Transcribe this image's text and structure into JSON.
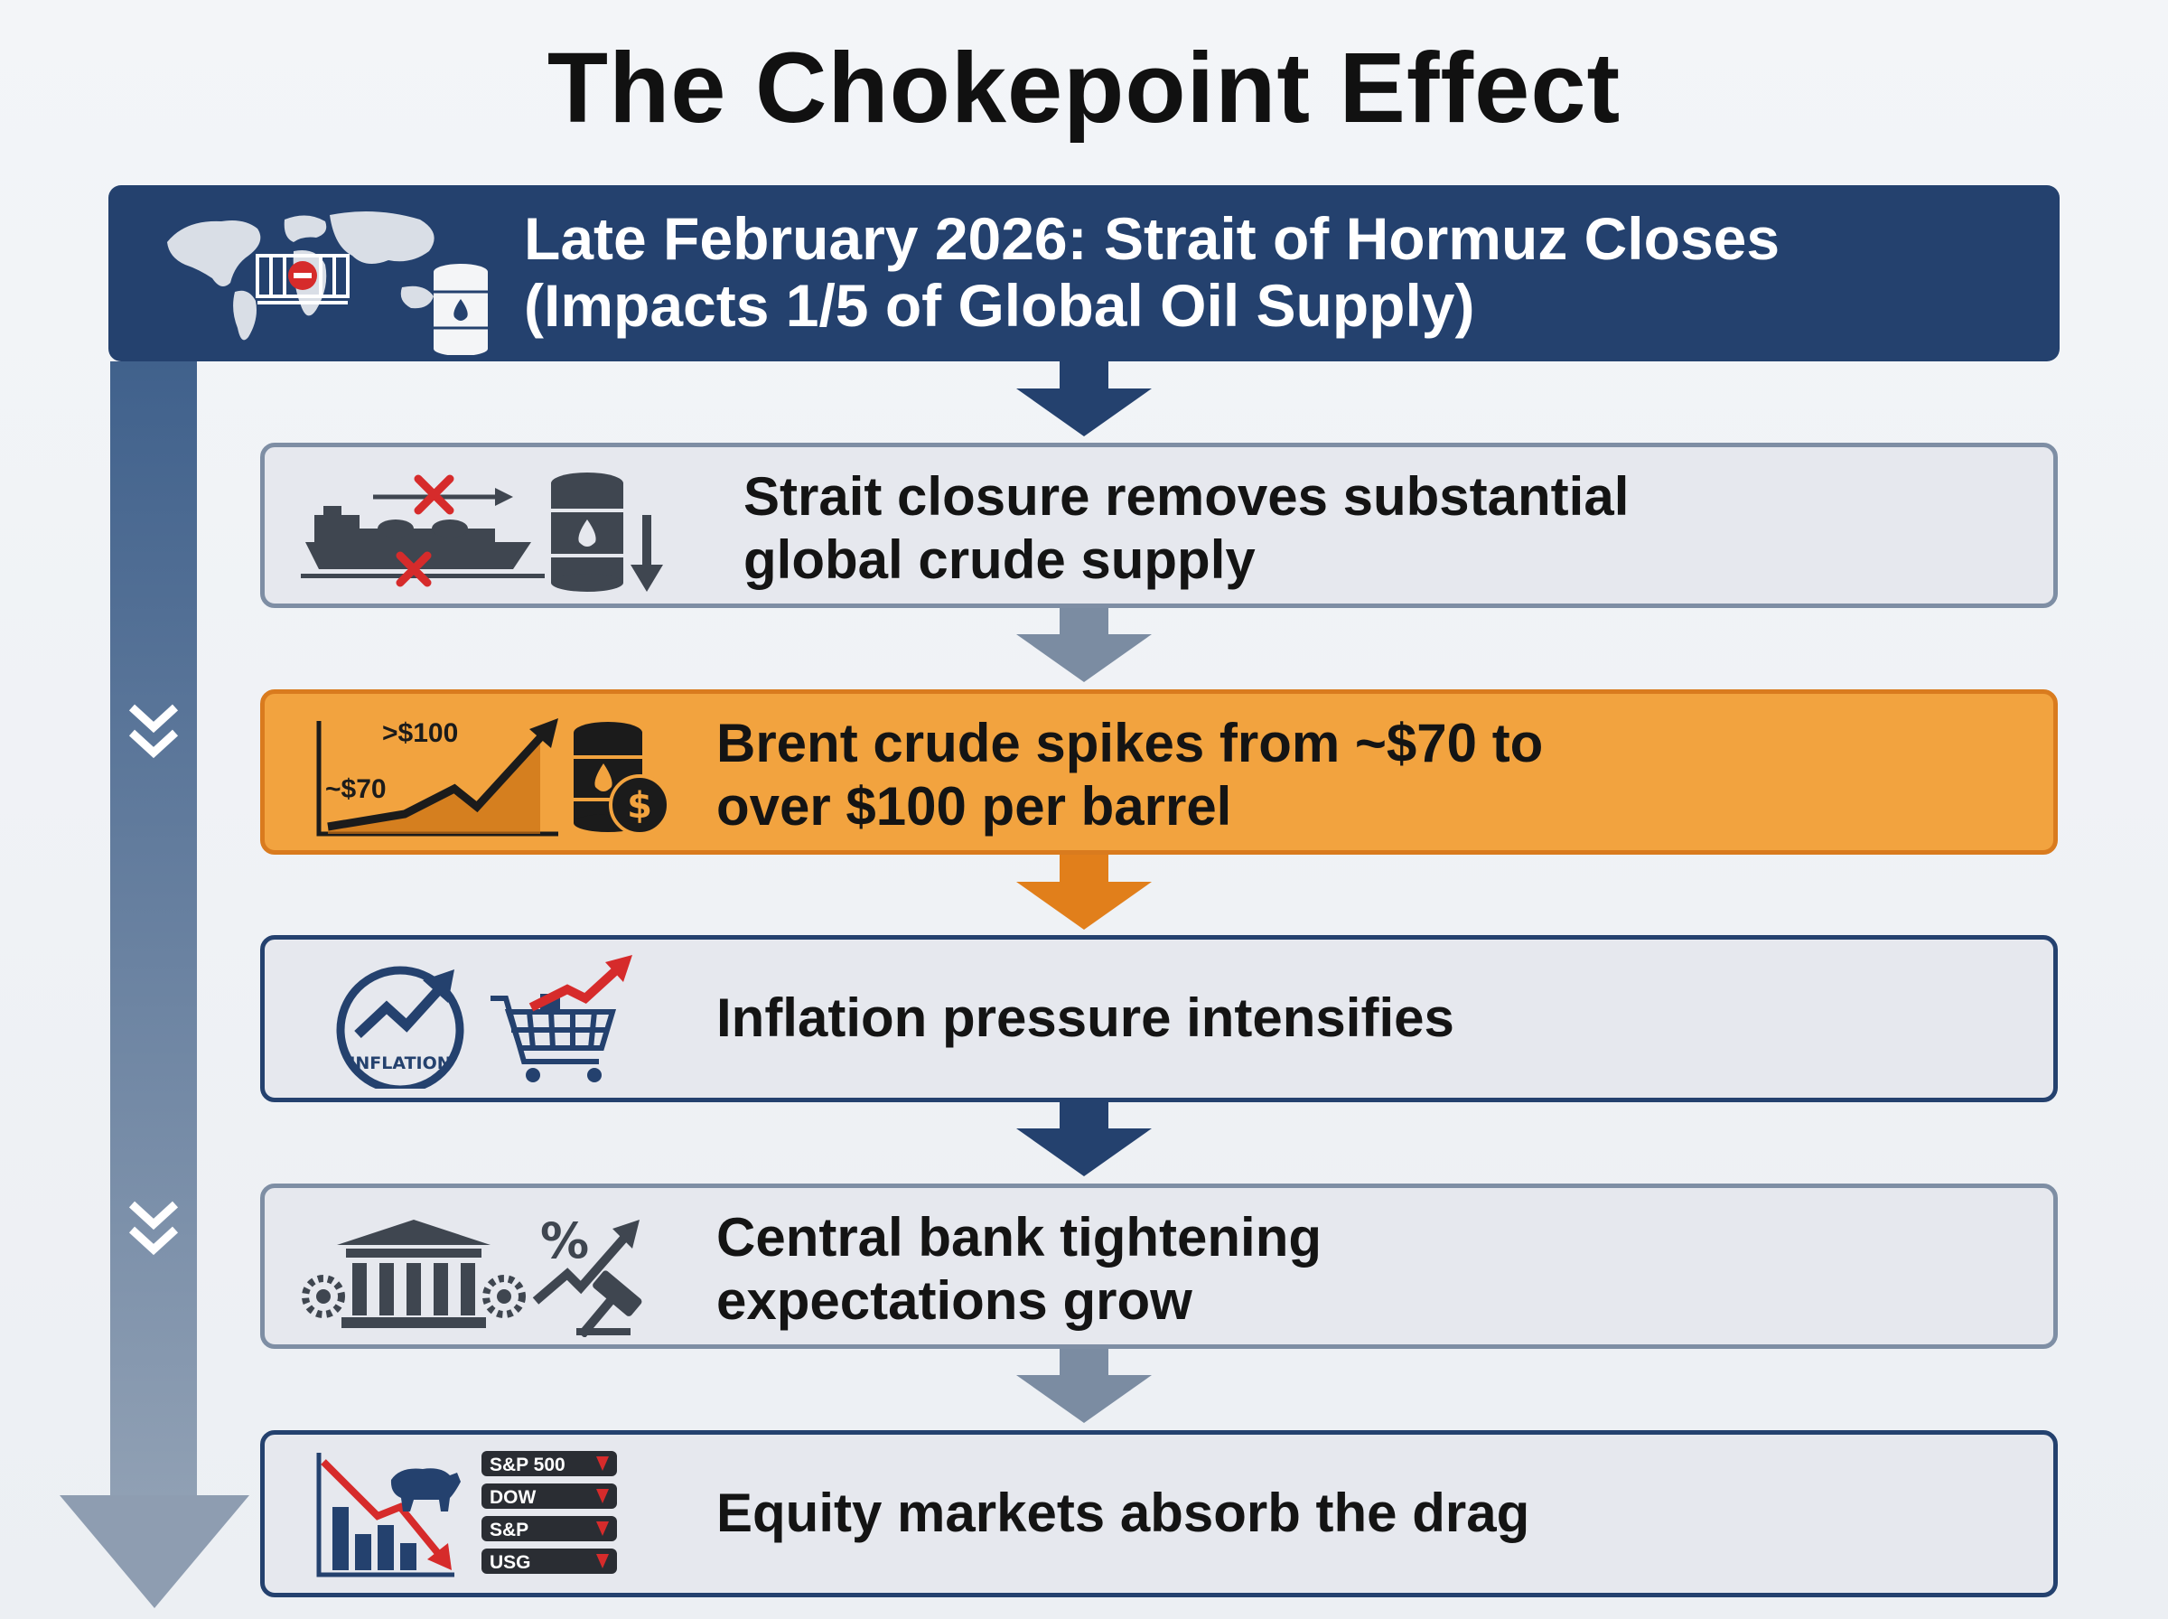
{
  "title": "The Chokepoint Effect",
  "header": {
    "line1": "Late February 2026: Strait of Hormuz Closes",
    "line2": "(Impacts 1/5 of Global Oil Supply)"
  },
  "steps": [
    {
      "line1": "Strait closure removes substantial",
      "line2": "global crude supply",
      "icon": "tanker-blocked-oil-barrel-down-icon"
    },
    {
      "line1": "Brent crude spikes from ~$70 to",
      "line2": "over $100 per barrel",
      "icon": "price-chart-oil-dollar-icon",
      "chart_label_high": ">$100",
      "chart_label_low": "~$70"
    },
    {
      "line1": "Inflation pressure intensifies",
      "line2": "",
      "icon": "inflation-cart-icon",
      "badge": "INFLATION"
    },
    {
      "line1": "Central bank tightening",
      "line2": "expectations grow",
      "icon": "bank-gavel-rate-icon",
      "percent": "%"
    },
    {
      "line1": "Equity markets absorb the drag",
      "line2": "",
      "icon": "bear-market-tickers-icon",
      "tickers": [
        "S&P 500",
        "DOW",
        "S&P",
        "USG"
      ]
    }
  ],
  "colors": {
    "navy": "#24416e",
    "orange": "#f2a33f",
    "orange_border": "#d97b1e",
    "gray_box": "#e6e8ee",
    "red": "#d62b2b"
  }
}
